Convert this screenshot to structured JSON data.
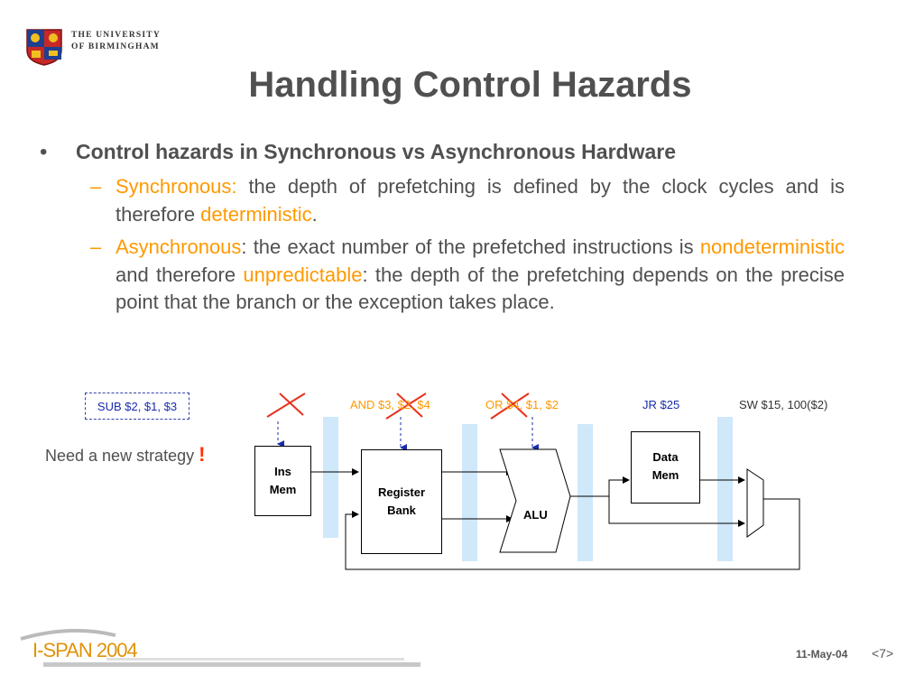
{
  "logo": {
    "line1": "THE UNIVERSITY",
    "line2": "OF BIRMINGHAM",
    "crest": "university-crest"
  },
  "title": "Handling Control Hazards",
  "bullet": "Control hazards in Synchronous vs Asynchronous Hardware",
  "sync": {
    "label": "Synchronous:",
    "text1": " the depth of prefetching is defined by the clock cycles and is therefore ",
    "highlight": "deterministic",
    "end": "."
  },
  "async": {
    "label": "Asynchronous",
    "text1": ": the exact number of the prefetched instructions is ",
    "highlight1": "nondeterministic",
    "text2": " and therefore ",
    "highlight2": "unpredictable",
    "text3": ": the depth of the prefetching depends on the precise point that the branch or the exception takes place."
  },
  "diagram": {
    "sub_instr": "SUB $2, $1, $3",
    "and_instr": "AND $3, $2, $4",
    "or_instr": "OR $4, $1, $2",
    "jr_instr": "JR $25",
    "sw_instr": "SW $15, 100($2)",
    "strategy": "Need a new strategy",
    "bang": "!",
    "ins_mem": "Ins\nMem",
    "register_bank": "Register\nBank",
    "alu": "ALU",
    "data_mem": "Data\nMem",
    "colors": {
      "latch": "#cfe8fa",
      "cross": "#e8321e",
      "arrow": "#1a2bb0",
      "orange": "#ff9900"
    }
  },
  "footer": {
    "brand": "I-SPAN 2004",
    "date": "11-May-04",
    "page": "<7>"
  }
}
